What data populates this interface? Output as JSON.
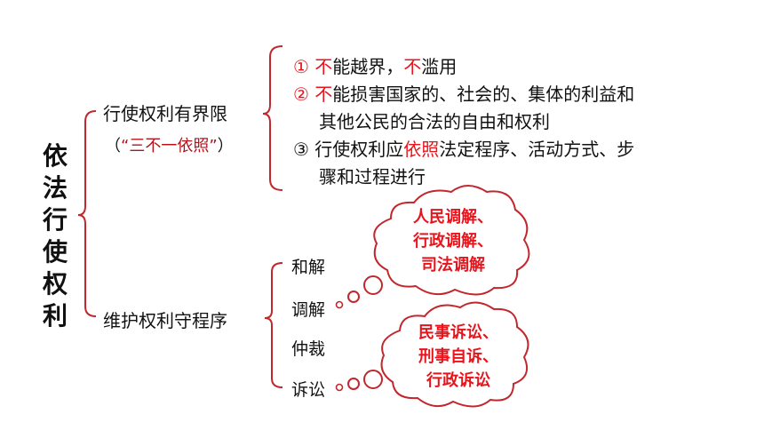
{
  "title": "依法行使权利",
  "branch1": {
    "label": "行使权利有界限",
    "sub_prefix": "（",
    "sub_quote": "“三不一依照”",
    "sub_suffix": "）",
    "items": [
      {
        "num": "①",
        "pre": "",
        "r1": "不",
        "mid": "能越界，",
        "r2": "不",
        "post": "滥用"
      },
      {
        "num": "②",
        "pre": "",
        "r1": "不",
        "mid": "能损害国家的、社会的、集体的利益和",
        "r2": "",
        "post": ""
      },
      {
        "num": "",
        "pre": "其他公民的合法的自由和权利",
        "r1": "",
        "mid": "",
        "r2": "",
        "post": ""
      },
      {
        "num": "③",
        "pre": "行使权利应",
        "r1": "依照",
        "mid": "法定程序、活动方式、步",
        "r2": "",
        "post": ""
      },
      {
        "num": "",
        "pre": "骤和过程进行",
        "r1": "",
        "mid": "",
        "r2": "",
        "post": ""
      }
    ]
  },
  "branch2": {
    "label": "维护权利守程序",
    "methods": [
      "和解",
      "调解",
      "仲裁",
      "诉讼"
    ],
    "cloud1": [
      "人民调解、",
      "行政调解、",
      "司法调解"
    ],
    "cloud2": [
      "民事诉讼、",
      "刑事自诉、",
      "行政诉讼"
    ]
  },
  "colors": {
    "accent_red": "#e8141c",
    "bracket_red": "#c0282e",
    "text": "#111111"
  }
}
